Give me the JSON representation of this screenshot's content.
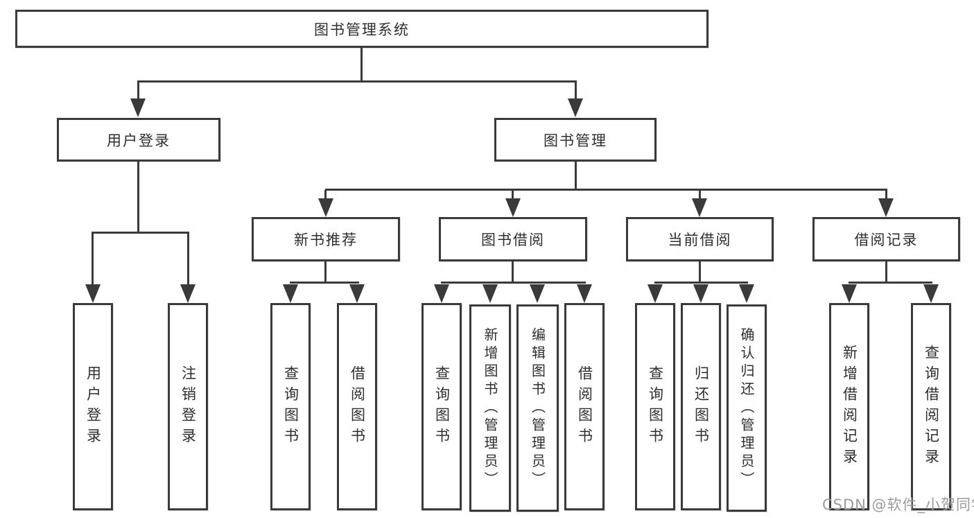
{
  "tree": {
    "root": {
      "label": "图书管理系统"
    },
    "branches": [
      {
        "label": "用户登录",
        "children": [
          {
            "label": "用户登录"
          },
          {
            "label": "注销登录"
          }
        ]
      },
      {
        "label": "图书管理",
        "groups": [
          {
            "label": "新书推荐",
            "children": [
              {
                "label": "查询图书"
              },
              {
                "label": "借阅图书"
              }
            ]
          },
          {
            "label": "图书借阅",
            "children": [
              {
                "label": "查询图书"
              },
              {
                "label": "新增图书（管理员）"
              },
              {
                "label": "编辑图书（管理员）"
              },
              {
                "label": "借阅图书"
              }
            ]
          },
          {
            "label": "当前借阅",
            "children": [
              {
                "label": "查询图书"
              },
              {
                "label": "归还图书"
              },
              {
                "label": "确认归还（管理员）"
              }
            ]
          },
          {
            "label": "借阅记录",
            "children": [
              {
                "label": "新增借阅记录"
              },
              {
                "label": "查询借阅记录"
              }
            ]
          }
        ]
      }
    ]
  },
  "colors": {
    "line": "#3a3a3a",
    "text": "#2e2e2e",
    "watermark_text": "#9b9b9b",
    "background": "#ffffff"
  },
  "watermark": "CSDN @软件_小贺同学"
}
